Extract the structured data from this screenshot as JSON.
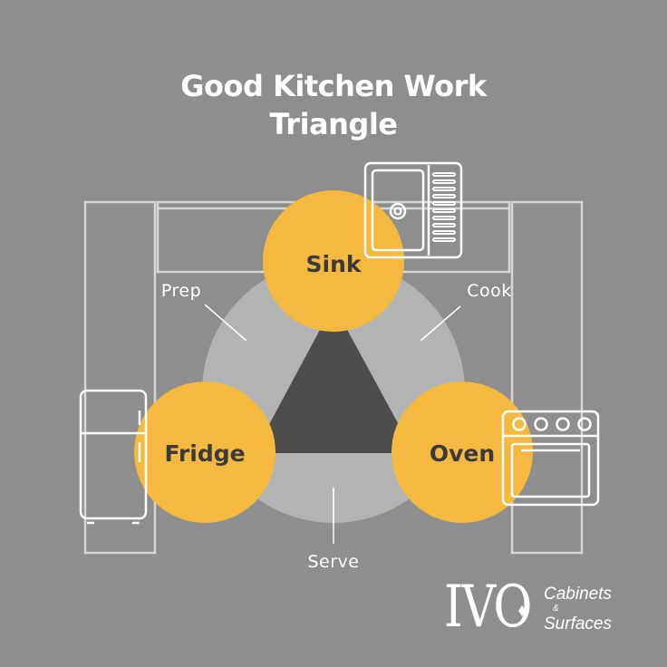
{
  "title": {
    "line1": "Good Kitchen Work",
    "line2": "Triangle"
  },
  "nodes": {
    "sink": "Sink",
    "fridge": "Fridge",
    "oven": "Oven"
  },
  "zones": {
    "prep": "Prep",
    "cook": "Cook",
    "serve": "Serve"
  },
  "logo": {
    "mark": "IVO",
    "word1": "Cabinets",
    "amp": "&",
    "word2": "Surfaces"
  },
  "colors": {
    "background": "#8e8e8e",
    "circle": "#f5b940",
    "triangle": "#4d4d4d",
    "ring": "#b3b3b3",
    "outline": "#d6d6d6"
  },
  "icons": [
    "sink-icon",
    "fridge-icon",
    "oven-icon"
  ]
}
